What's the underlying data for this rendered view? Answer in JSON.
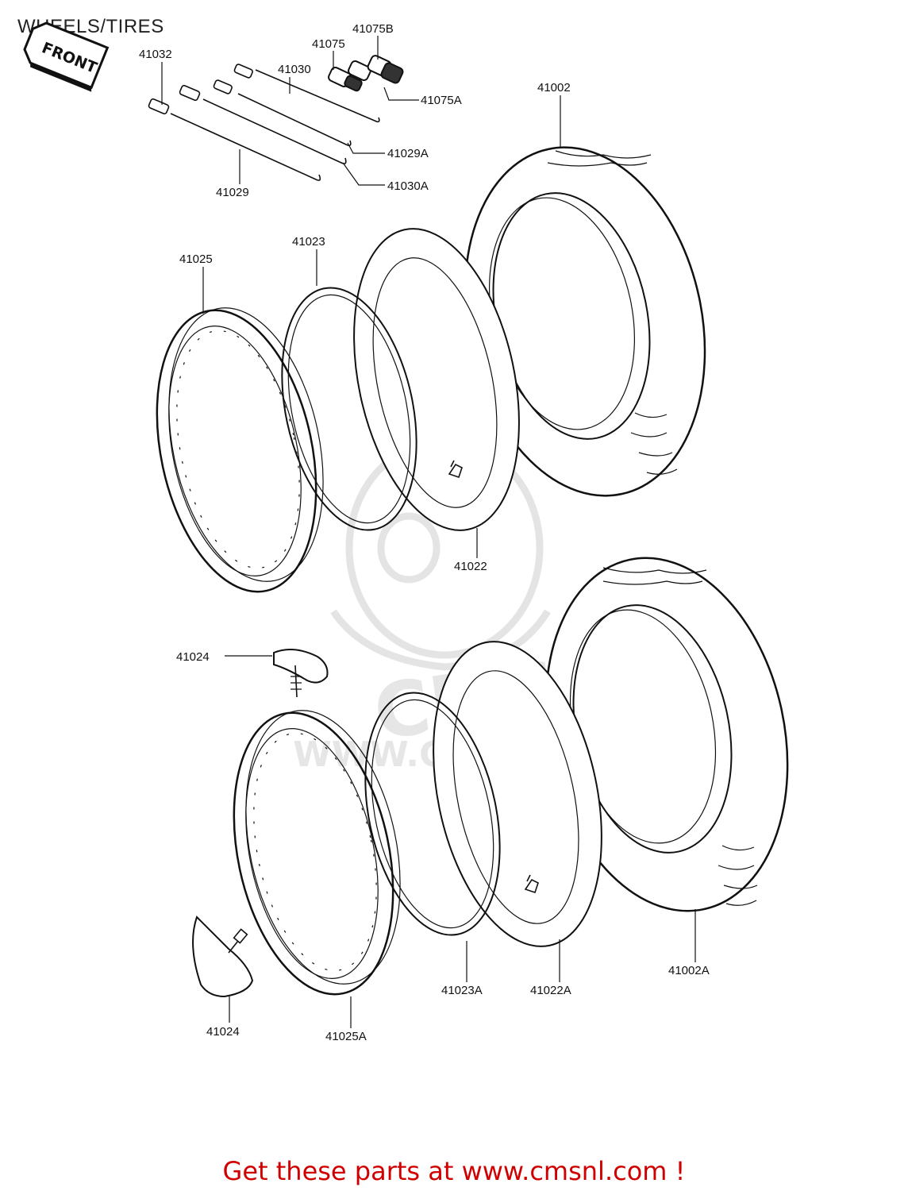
{
  "title": "WHEELS/TIRES",
  "front_tag": "FRONT",
  "watermark": {
    "logo_text": "CMS",
    "url_text": "WWW.CMSNL.COM"
  },
  "footer": {
    "text": "Get these parts at www.cmsnl.com !"
  },
  "parts": {
    "p41075B": "41075B",
    "p41075": "41075",
    "p41032": "41032",
    "p41030": "41030",
    "p41075A": "41075A",
    "p41002": "41002",
    "p41029A": "41029A",
    "p41030A": "41030A",
    "p41029": "41029",
    "p41025": "41025",
    "p41023": "41023",
    "p41022": "41022",
    "p41024_top": "41024",
    "p41023A": "41023A",
    "p41022A": "41022A",
    "p41002A": "41002A",
    "p41024_bottom": "41024",
    "p41025A": "41025A"
  }
}
